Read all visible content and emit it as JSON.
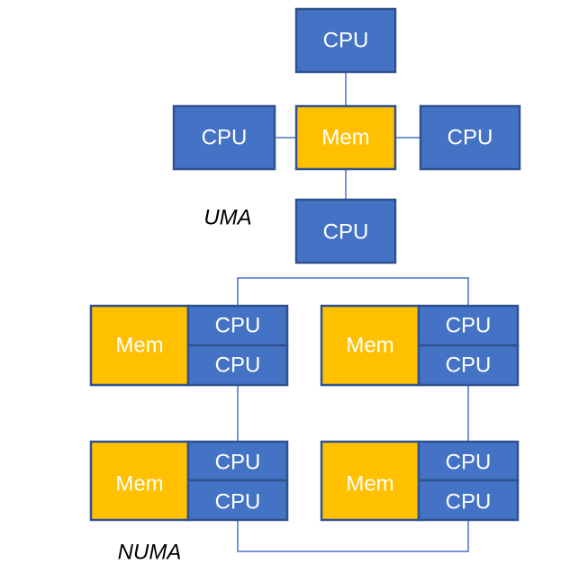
{
  "colors": {
    "cpu_fill": "#4472C4",
    "mem_fill": "#FFC000",
    "border": "#2F528F",
    "connector": "#4A72C4",
    "text_light": "#FFFFFF",
    "caption_text": "#000000"
  },
  "uma": {
    "caption": "UMA",
    "mem_label": "Mem",
    "cpu_top_label": "CPU",
    "cpu_left_label": "CPU",
    "cpu_right_label": "CPU",
    "cpu_bottom_label": "CPU"
  },
  "numa": {
    "caption": "NUMA",
    "nodes": [
      {
        "mem_label": "Mem",
        "cpu_labels": [
          "CPU",
          "CPU"
        ]
      },
      {
        "mem_label": "Mem",
        "cpu_labels": [
          "CPU",
          "CPU"
        ]
      },
      {
        "mem_label": "Mem",
        "cpu_labels": [
          "CPU",
          "CPU"
        ]
      },
      {
        "mem_label": "Mem",
        "cpu_labels": [
          "CPU",
          "CPU"
        ]
      }
    ]
  }
}
